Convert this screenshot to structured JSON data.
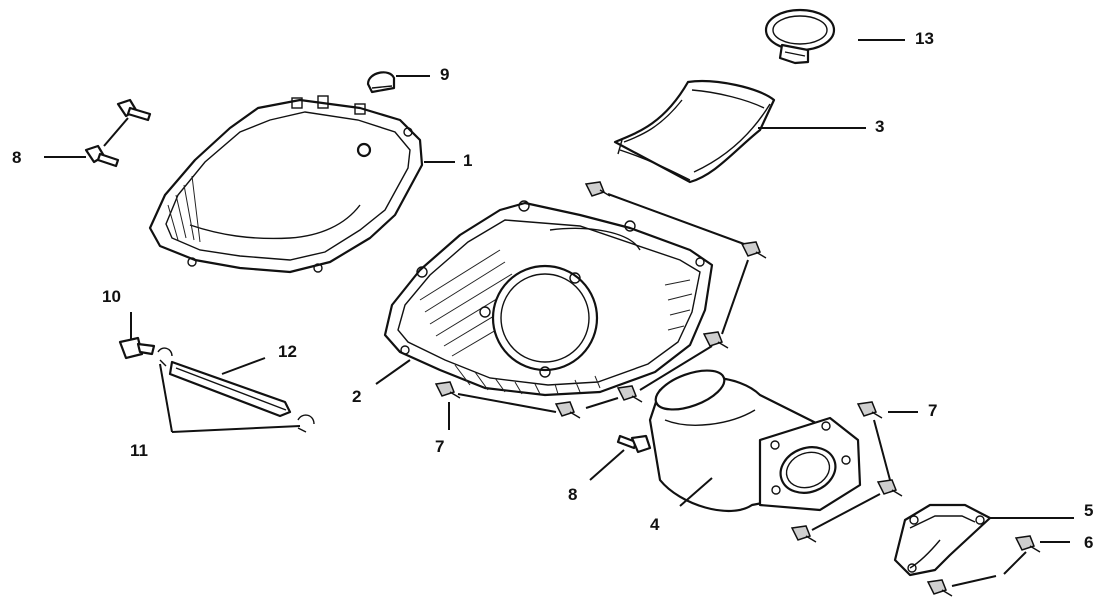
{
  "diagram": {
    "callouts": {
      "c1": "1",
      "c2": "2",
      "c3": "3",
      "c4": "4",
      "c5": "5",
      "c6": "6",
      "c7a": "7",
      "c7b": "7",
      "c8a": "8",
      "c8b": "8",
      "c9": "9",
      "c10": "10",
      "c11": "11",
      "c12": "12",
      "c13": "13"
    }
  }
}
